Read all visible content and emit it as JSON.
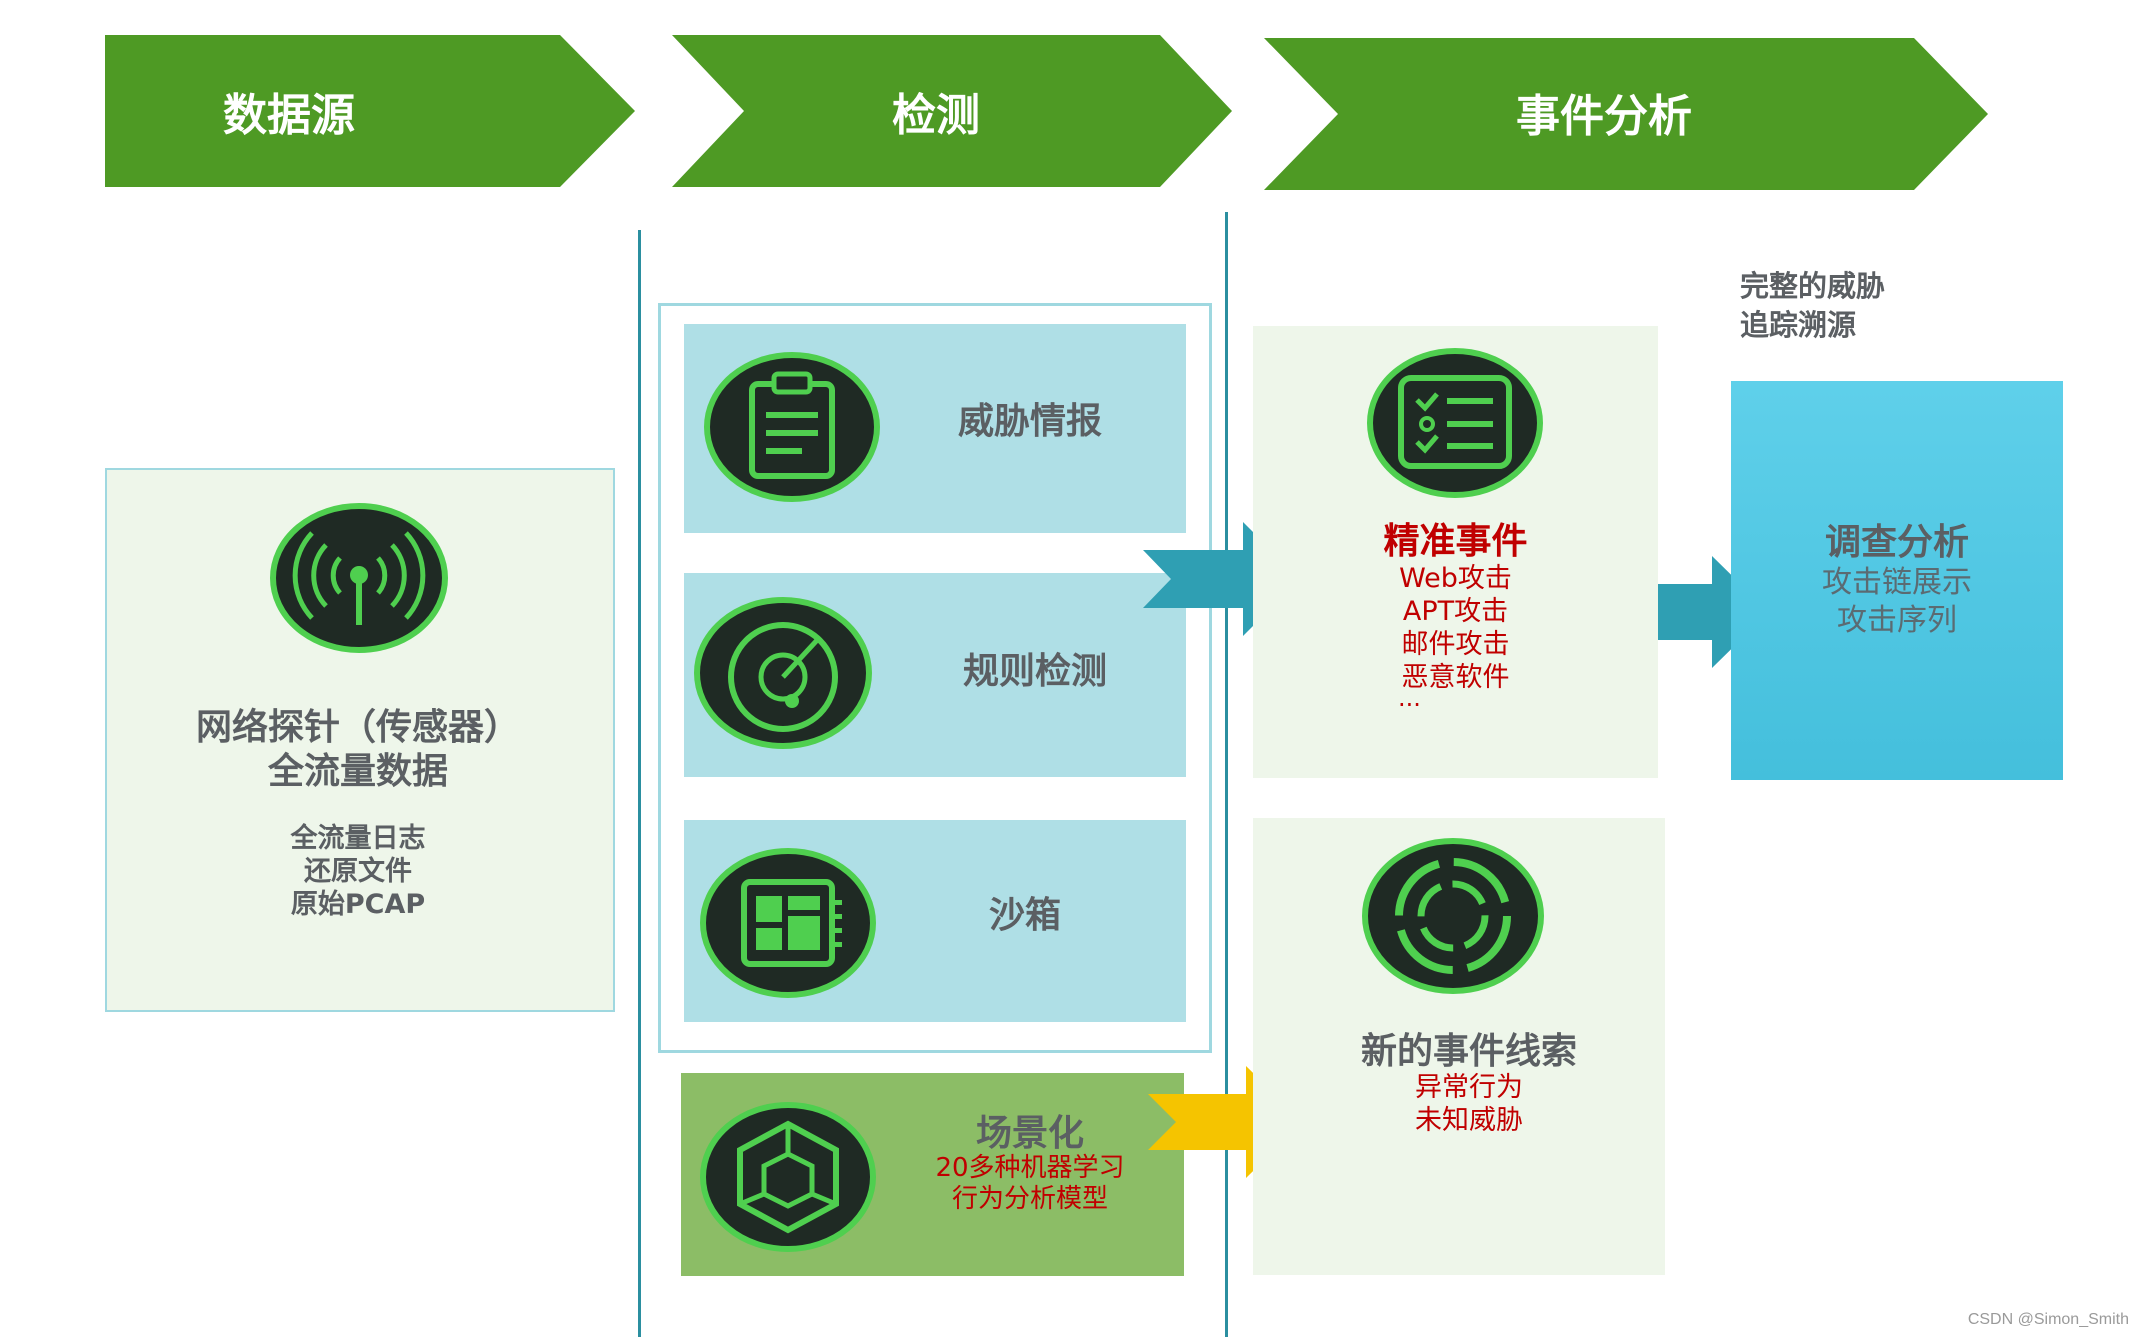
{
  "header": {
    "stage1": "数据源",
    "stage2": "检测",
    "stage3": "事件分析"
  },
  "source": {
    "title_line1": "网络探针（传感器）",
    "title_line2": "全流量数据",
    "items": [
      "全流量日志",
      "还原文件",
      "原始PCAP"
    ]
  },
  "detection": {
    "threat_intel": "威胁情报",
    "rule_detection": "规则检测",
    "sandbox": "沙箱",
    "scenario": {
      "title": "场景化",
      "line1": "20多种机器学习",
      "line2": "行为分析模型"
    }
  },
  "analysis": {
    "precise": {
      "title": "精准事件",
      "items": [
        "Web攻击",
        "APT攻击",
        "邮件攻击",
        "恶意软件",
        "..."
      ]
    },
    "new_clues": {
      "title": "新的事件线索",
      "items": [
        "异常行为",
        "未知威胁"
      ]
    },
    "trace_note": {
      "line1": "完整的威胁",
      "line2": "追踪溯源"
    },
    "investigation": {
      "title": "调查分析",
      "line1": "攻击链展示",
      "line2": "攻击序列"
    }
  },
  "watermark": "CSDN @Simon_Smith",
  "icons": {
    "source": "antenna-signal-icon",
    "threat_intel": "clipboard-icon",
    "rule_detection": "radar-icon",
    "sandbox": "chip-icon",
    "scenario": "cube-icon",
    "precise": "checklist-icon",
    "new_clues": "target-ring-icon"
  },
  "colors": {
    "chevron_green": "#4e9a24",
    "icon_ring": "#4fcf4f",
    "icon_fill": "#1f2a24",
    "arrow_teal": "#2f9fb3",
    "arrow_yellow": "#f5c400",
    "investigation_blue": "#4cc6e2",
    "panel_light": "#eef6ea",
    "panel_blue": "#afdfe6",
    "panel_green": "#8cbd66",
    "accent_red": "#c00000"
  }
}
